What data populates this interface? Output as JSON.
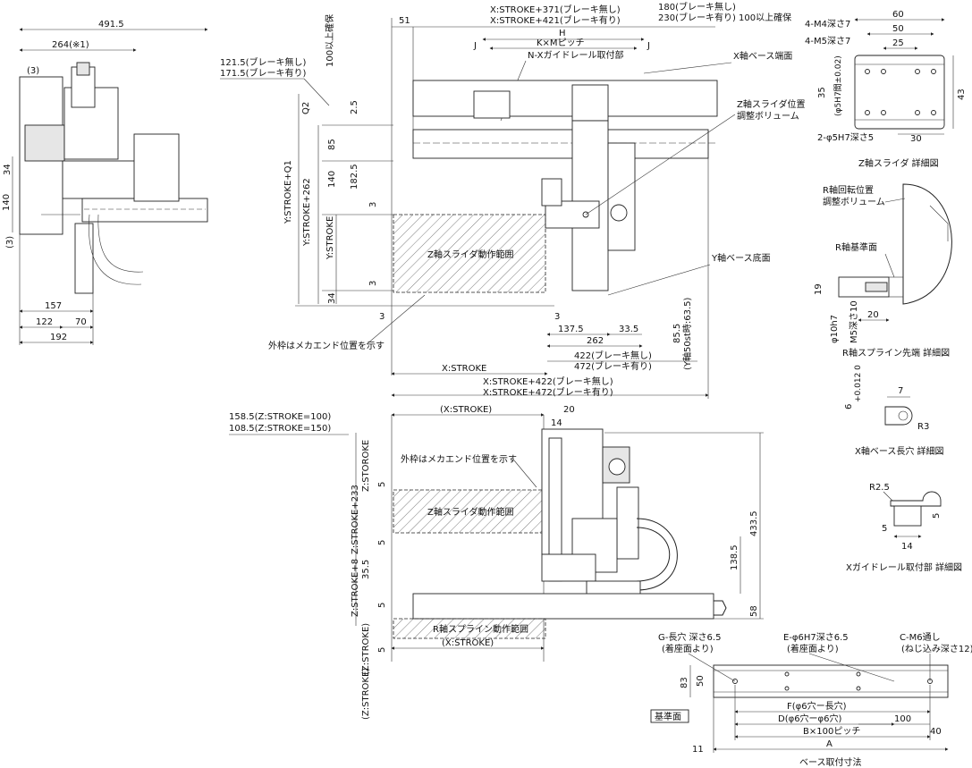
{
  "top_view": {
    "width_overall": "491.5",
    "width_264": "264(※1)",
    "d3a": "(3)",
    "d3b": "(3)",
    "d34": "34",
    "d140": "140",
    "d157": "157",
    "d122": "122",
    "d70": "70",
    "d192": "192"
  },
  "main_view": {
    "x_stroke_371": "X:STROKE+371(ブレーキ無し)",
    "x_stroke_421": "X:STROKE+421(ブレーキ有り)",
    "d180": "180(ブレーキ無し)",
    "d230": "230(ブレーキ有り)",
    "secure100a": "100以上確保",
    "secure100b": "100以上確保",
    "d51": "51",
    "H": "H",
    "J1": "J",
    "J2": "J",
    "kxm": "K×Mピッチ",
    "nx_guide": "N-Xガイドレール取付部",
    "x_base_end": "X軸ベース端面",
    "d121": "121.5(ブレーキ無し)",
    "d171": "171.5(ブレーキ有り)",
    "q2": "Q2",
    "d25": "2.5",
    "d85": "85",
    "d140": "140",
    "d1825": "182.5",
    "d3a": "3",
    "d3b": "3",
    "d34": "34",
    "y_q1": "Y:STROKE+Q1",
    "y_262": "Y:STROKE+262",
    "y_stroke": "Y:STROKE",
    "z_slider_pos": "Z軸スライダ位置",
    "z_slider_vol": "調整ボリューム",
    "z_range": "Z軸スライダ動作範囲",
    "y_base_bottom": "Y軸ベース底面",
    "outer_frame": "外枠はメカエンド位置を示す",
    "d3c": "3",
    "d3d": "3",
    "d1375": "137.5",
    "d335": "33.5",
    "d262": "262",
    "d422": "422(ブレーキ無し)",
    "d472": "472(ブレーキ有り)",
    "d855": "85.5",
    "y50st": "(Y軸50st時:63.5)",
    "x_stroke": "X:STROKE",
    "x_422": "X:STROKE+422(ブレーキ無し)",
    "x_472": "X:STROKE+472(ブレーキ有り)"
  },
  "front_view": {
    "d1585": "158.5(Z:STROKE=100)",
    "d1085": "108.5(Z:STROKE=150)",
    "xs": "(X:STROKE)",
    "d14": "14",
    "d20": "20",
    "z_storoke": "Z:STOROKE",
    "outer_frame": "外枠はメカエンド位置を示す",
    "d5a": "5",
    "z_range": "Z軸スライダ動作範囲",
    "d5b": "5",
    "z_233": "Z:STROKE+233",
    "d4335": "433.5",
    "d355": "35.5",
    "d1385": "138.5",
    "z_8": "Z:STROKE+8",
    "d5c": "5",
    "d5d": "5",
    "d58": "58",
    "r_range": "R軸スプライン動作範囲",
    "xs2": "(X:STROKE)",
    "zs_a": "(Z:STROKE)",
    "zs_b": "(Z:STROKE)"
  },
  "z_detail": {
    "d60": "60",
    "d50": "50",
    "d25": "25",
    "m4": "4-M4深さ7",
    "m5": "4-M5深さ7",
    "d35": "35",
    "h7": "(φ5H7間±0.02)",
    "d43": "43",
    "pin": "2-φ5H7深さ5",
    "d30": "30",
    "title": "Z軸スライダ 詳細図"
  },
  "r_detail": {
    "r_rot1": "R軸回転位置",
    "r_rot2": "調整ボリューム",
    "r_ref": "R軸基準面",
    "d19": "19",
    "d20": "20",
    "phi10": "φ10h7",
    "m5": "M5深さ10",
    "title": "R軸スプライン先端 詳細図"
  },
  "x_slot": {
    "d6": "6",
    "tol": "+0.012 0",
    "d7": "7",
    "r3": "R3",
    "title": "X軸ベース長穴 詳細図"
  },
  "x_guide": {
    "r25": "R2.5",
    "d5a": "5",
    "d5b": "5",
    "d14": "14",
    "title": "Xガイドレール取付部 詳細図"
  },
  "base_mount": {
    "g_slot": "G-長穴 深さ6.5",
    "g_sub": "(着座面より)",
    "e_hole": "E-φ6H7深さ6.5",
    "e_sub": "(着座面より)",
    "c_m6": "C-M6通し",
    "c_sub": "(ねじ込み深さ12)",
    "d83": "83",
    "d50": "50",
    "ref": "基準面",
    "f_dim": "F(φ6穴ー長穴)",
    "d_dim": "D(φ6穴ーφ6穴)",
    "d100": "100",
    "b_dim": "B×100ピッチ",
    "d40": "40",
    "d11": "11",
    "a_dim": "A",
    "title": "ベース取付寸法"
  }
}
